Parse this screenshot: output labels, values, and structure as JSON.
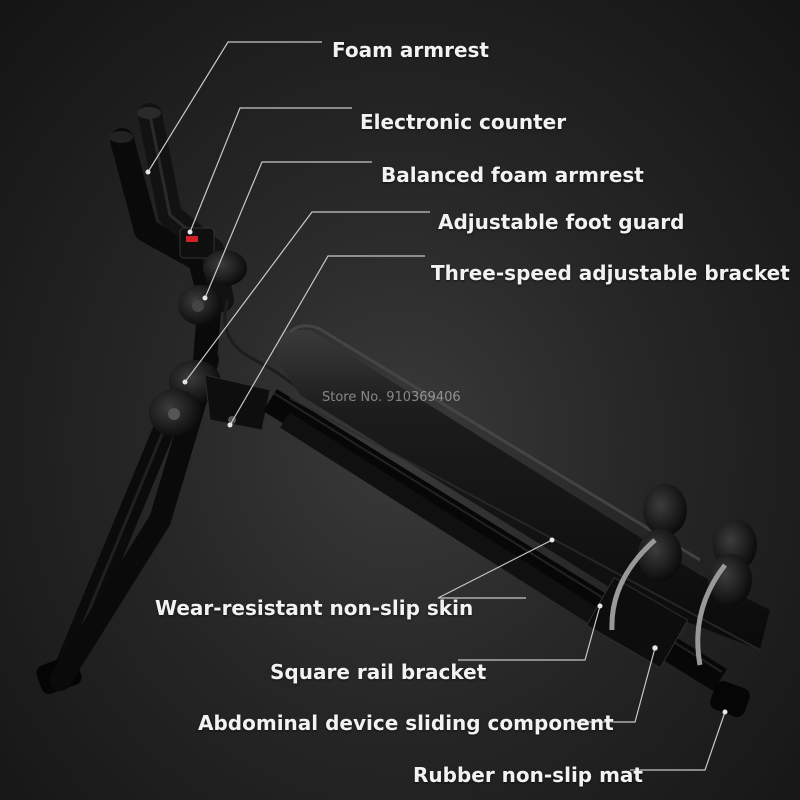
{
  "callouts": [
    {
      "id": "foam-armrest",
      "text": "Foam armrest"
    },
    {
      "id": "electronic-counter",
      "text": "Electronic counter"
    },
    {
      "id": "balanced-foam-armrest",
      "text": "Balanced foam armrest"
    },
    {
      "id": "adjustable-foot-guard",
      "text": "Adjustable foot guard"
    },
    {
      "id": "three-speed-bracket",
      "text": "Three-speed adjustable bracket"
    },
    {
      "id": "non-slip-skin",
      "text": "Wear-resistant non-slip skin"
    },
    {
      "id": "square-rail-bracket",
      "text": "Square rail bracket"
    },
    {
      "id": "sliding-component",
      "text": "Abdominal device sliding component"
    },
    {
      "id": "rubber-mat",
      "text": "Rubber non-slip mat"
    }
  ],
  "watermark": "Store No. 910369406",
  "colors": {
    "background": "#1e1e1e",
    "frame": "#0d0d0d",
    "label": "#f2f2f2",
    "leader_line": "#c8c8c8"
  }
}
